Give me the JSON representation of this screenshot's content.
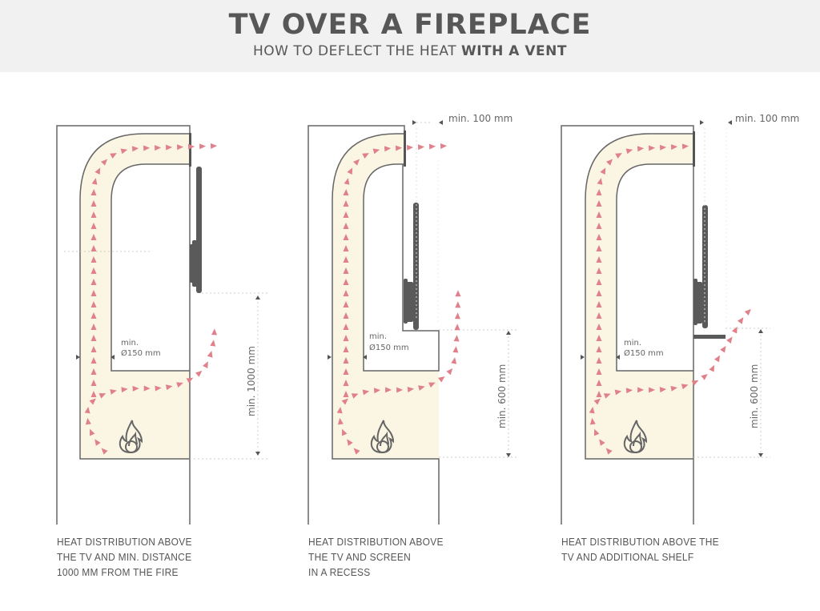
{
  "header": {
    "title": "TV OVER A FIREPLACE",
    "subtitle_regular": "HOW TO DEFLECT THE HEAT ",
    "subtitle_bold": "WITH A VENT"
  },
  "colors": {
    "header_bg": "#f1f1f1",
    "duct_fill": "#fbf5e3",
    "line": "#666666",
    "tv": "#5a5a5a",
    "arrow": "#e0808a"
  },
  "panels": [
    {
      "caption": [
        "HEAT DISTRIBUTION ABOVE",
        "THE TV AND  MIN. DISTANCE",
        "1000 MM FROM THE FIRE"
      ],
      "duct_min": "min.",
      "duct_diameter": "Ø150 mm",
      "vertical_dim": "min. 1000 mm"
    },
    {
      "caption": [
        "HEAT DISTRIBUTION ABOVE",
        "THE TV AND SCREEN",
        "IN A RECESS"
      ],
      "duct_min": "min.",
      "duct_diameter": "Ø150 mm",
      "top_dim": "min. 100 mm",
      "vertical_dim": "min. 600 mm"
    },
    {
      "caption": [
        "HEAT DISTRIBUTION ABOVE THE",
        "TV AND ADDITIONAL SHELF"
      ],
      "duct_min": "min.",
      "duct_diameter": "Ø150 mm",
      "top_dim": "min. 100 mm",
      "vertical_dim": "min. 600 mm"
    }
  ]
}
